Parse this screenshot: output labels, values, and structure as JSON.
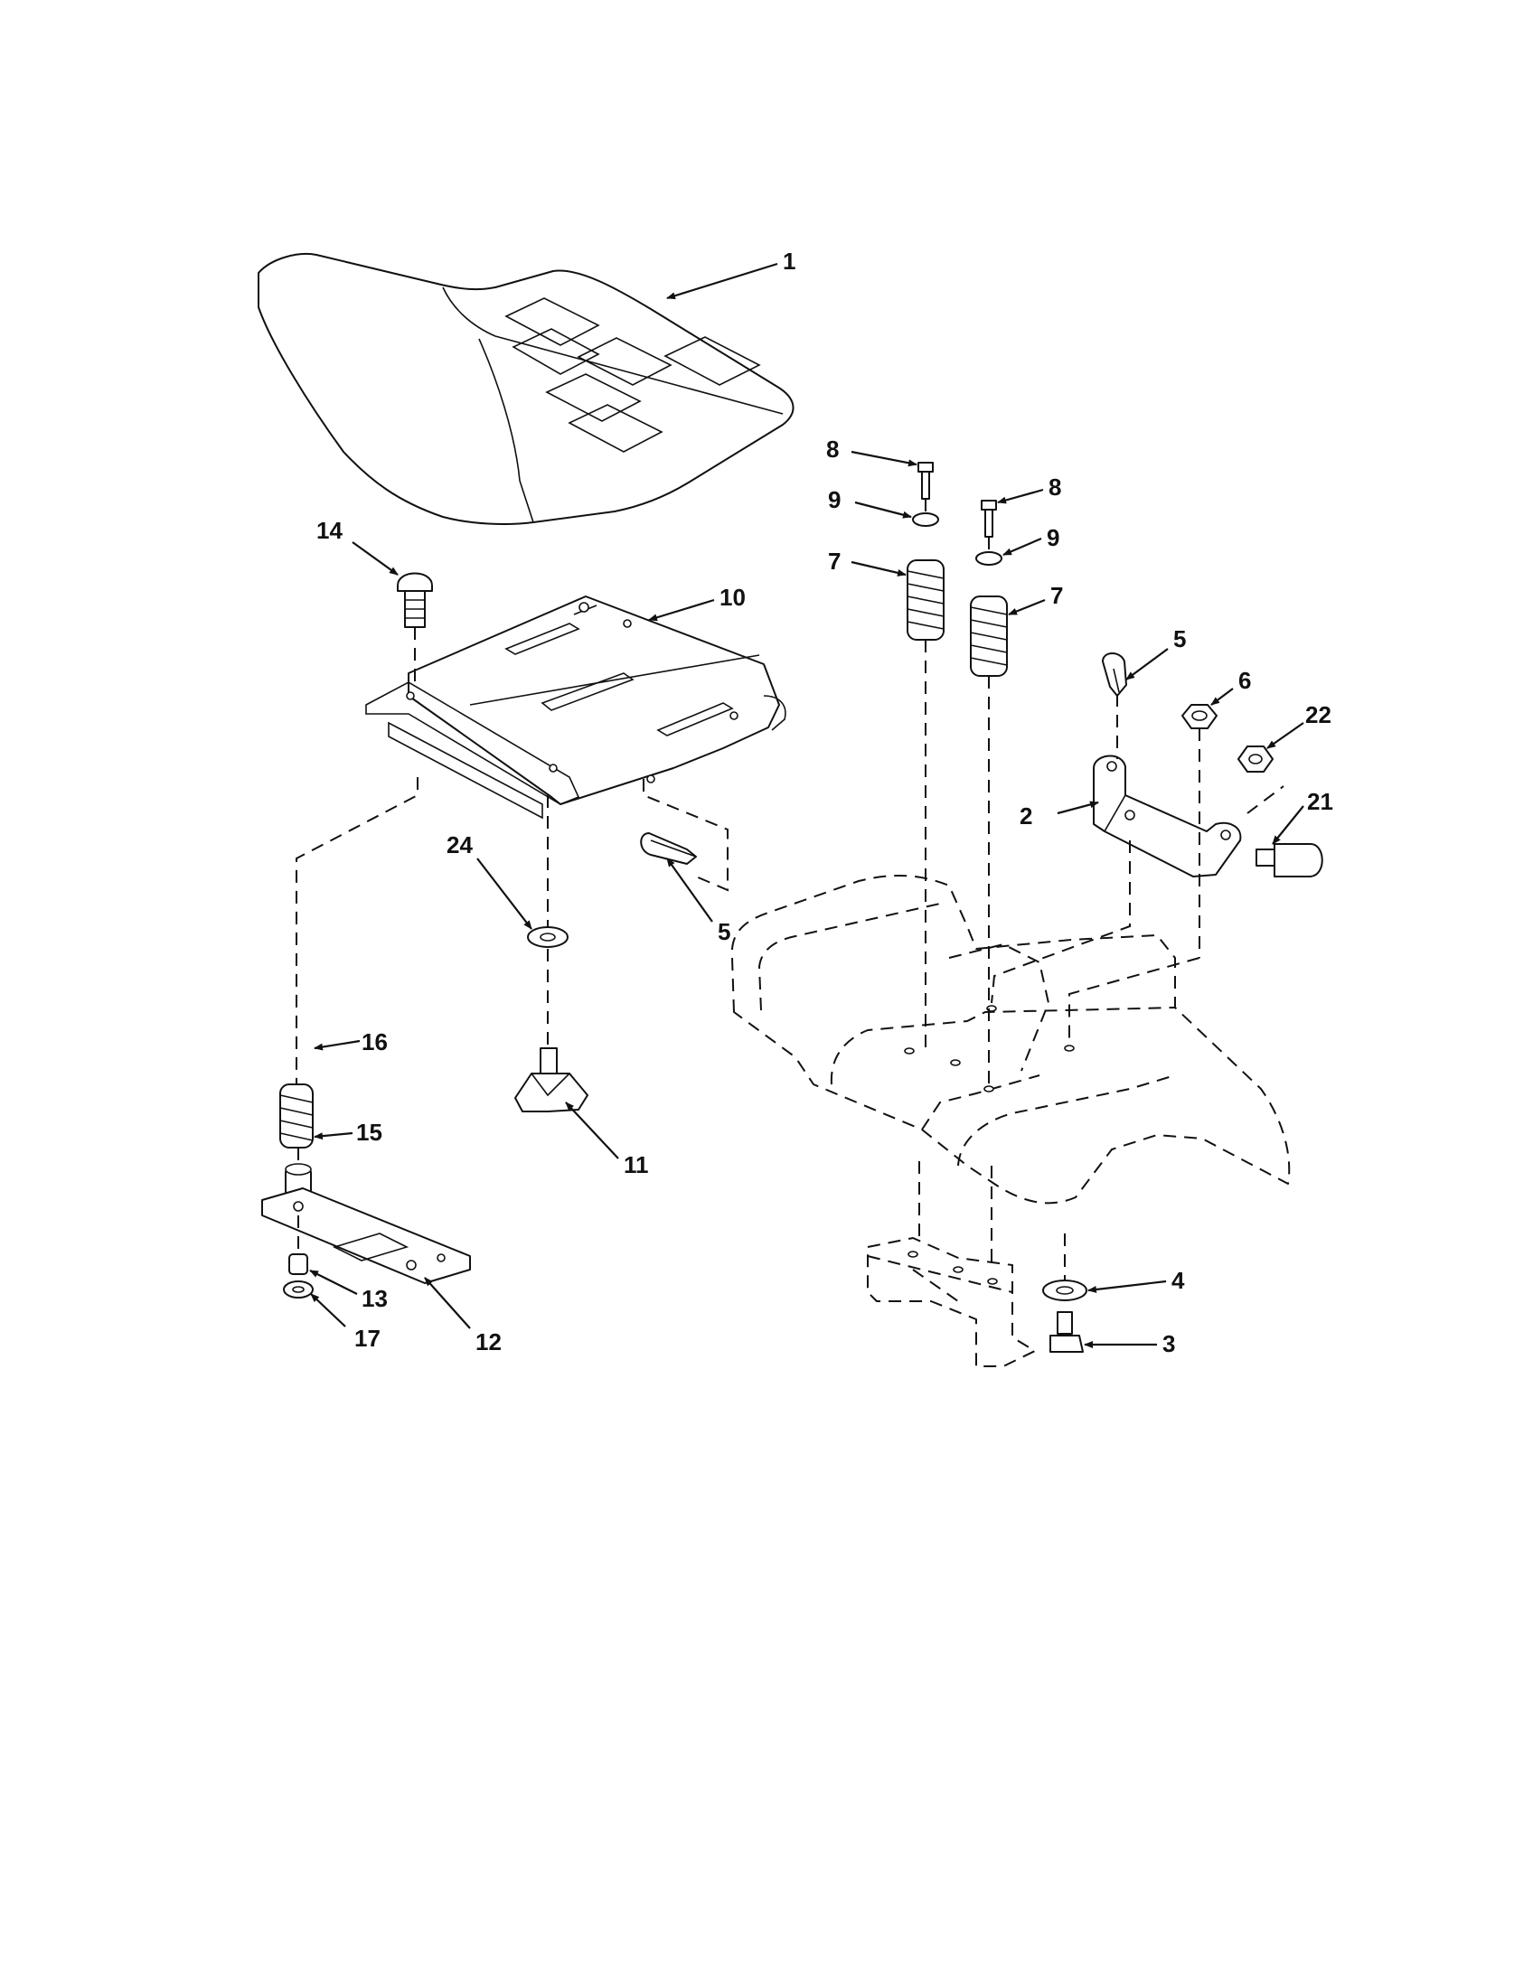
{
  "callouts": [
    {
      "label": "1"
    },
    {
      "label": "2"
    },
    {
      "label": "3"
    },
    {
      "label": "4"
    },
    {
      "label": "5"
    },
    {
      "label": "5"
    },
    {
      "label": "6"
    },
    {
      "label": "7"
    },
    {
      "label": "7"
    },
    {
      "label": "8"
    },
    {
      "label": "8"
    },
    {
      "label": "9"
    },
    {
      "label": "9"
    },
    {
      "label": "10"
    },
    {
      "label": "11"
    },
    {
      "label": "12"
    },
    {
      "label": "13"
    },
    {
      "label": "14"
    },
    {
      "label": "15"
    },
    {
      "label": "16"
    },
    {
      "label": "17"
    },
    {
      "label": "21"
    },
    {
      "label": "22"
    },
    {
      "label": "24"
    }
  ]
}
